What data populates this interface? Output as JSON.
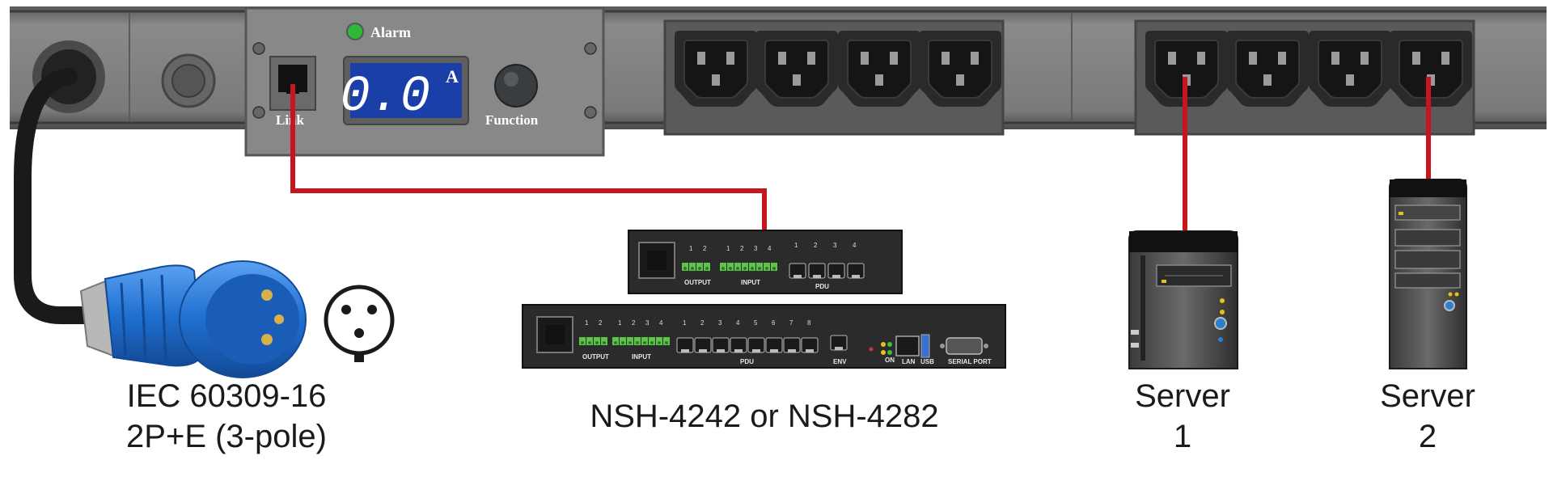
{
  "pdu": {
    "alarm_label": "Alarm",
    "display_value": "0.0",
    "display_unit": "A",
    "link_label": "Link",
    "function_label": "Function"
  },
  "plug": {
    "line1": "IEC 60309-16",
    "line2": "2P+E (3-pole)"
  },
  "controller": {
    "caption": "NSH-4242 or NSH-4282",
    "small_unit": {
      "output_label": "OUTPUT",
      "input_label": "INPUT",
      "pdu_label": "PDU",
      "output_nums": [
        "1",
        "2"
      ],
      "input_nums": [
        "1",
        "2",
        "3",
        "4"
      ],
      "pdu_nums": [
        "1",
        "2",
        "3",
        "4"
      ]
    },
    "large_unit": {
      "output_label": "OUTPUT",
      "input_label": "INPUT",
      "pdu_label": "PDU",
      "env_label": "ENV",
      "on_label": "ON",
      "lan_label": "LAN",
      "usb_label": "USB",
      "serial_label": "SERIAL PORT",
      "output_nums": [
        "1",
        "2"
      ],
      "input_nums": [
        "1",
        "2",
        "3",
        "4"
      ],
      "pdu_nums": [
        "1",
        "2",
        "3",
        "4",
        "5",
        "6",
        "7",
        "8"
      ]
    }
  },
  "servers": [
    {
      "line1": "Server",
      "line2": "1"
    },
    {
      "line1": "Server",
      "line2": "2"
    }
  ],
  "colors": {
    "cable_red": "#c4161c",
    "pdu_body": "#7a7a7a",
    "plug_blue": "#1f6fd0",
    "display_blue": "#1b3fa8"
  }
}
